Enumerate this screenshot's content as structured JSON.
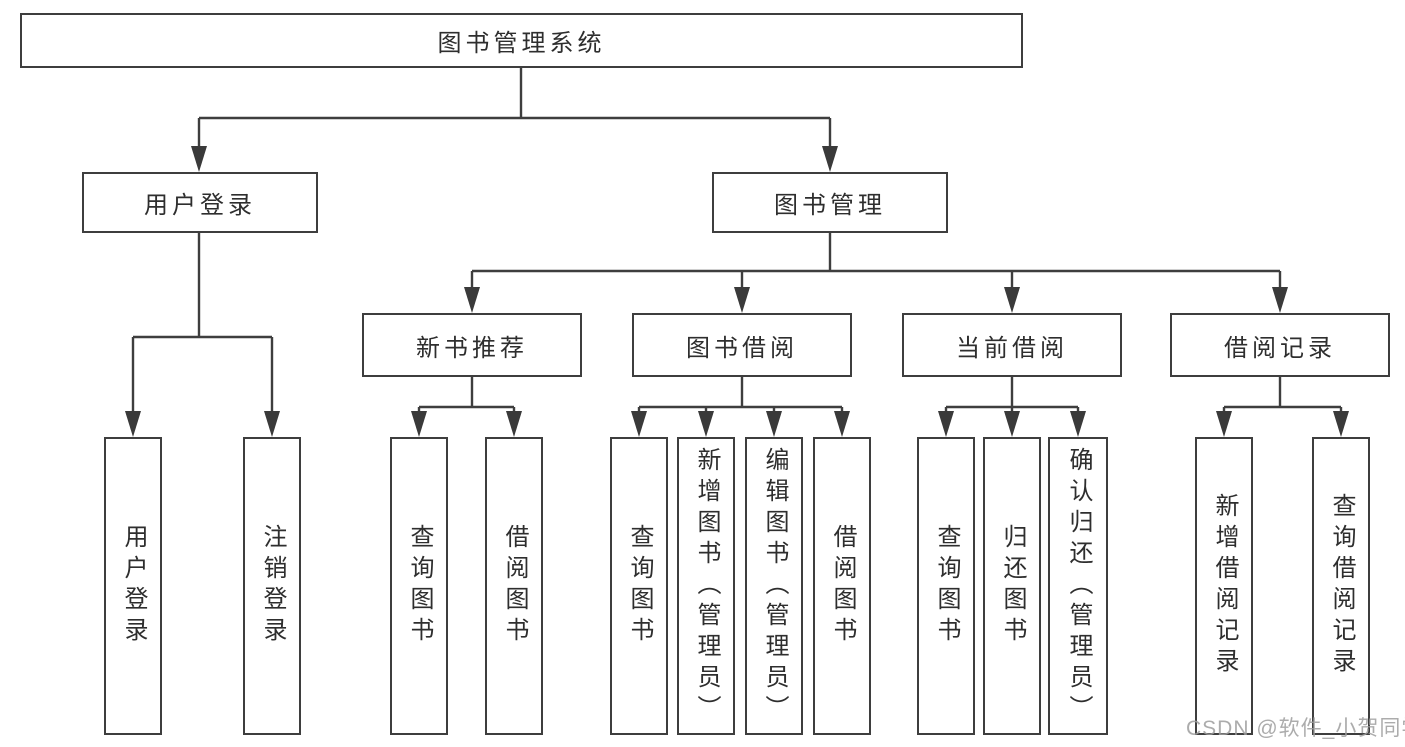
{
  "diagram": {
    "root": "图书管理系统",
    "branches": [
      {
        "label": "用户登录",
        "leaves": [
          "用户登录",
          "注销登录"
        ]
      },
      {
        "label": "图书管理",
        "groups": [
          {
            "label": "新书推荐",
            "leaves": [
              "查询图书",
              "借阅图书"
            ]
          },
          {
            "label": "图书借阅",
            "leaves": [
              "查询图书",
              "新增图书（管理员）",
              "编辑图书（管理员）",
              "借阅图书"
            ]
          },
          {
            "label": "当前借阅",
            "leaves": [
              "查询图书",
              "归还图书",
              "确认归还（管理员）"
            ]
          },
          {
            "label": "借阅记录",
            "leaves": [
              "新增借阅记录",
              "查询借阅记录"
            ]
          }
        ]
      }
    ]
  },
  "watermark": "CSDN @软件_小贺同学",
  "colors": {
    "line": "#3e3e3e",
    "box_border": "#3e3e3e",
    "text": "#2e2e2e",
    "watermark": "#9e9e9e",
    "background": "#ffffff"
  }
}
